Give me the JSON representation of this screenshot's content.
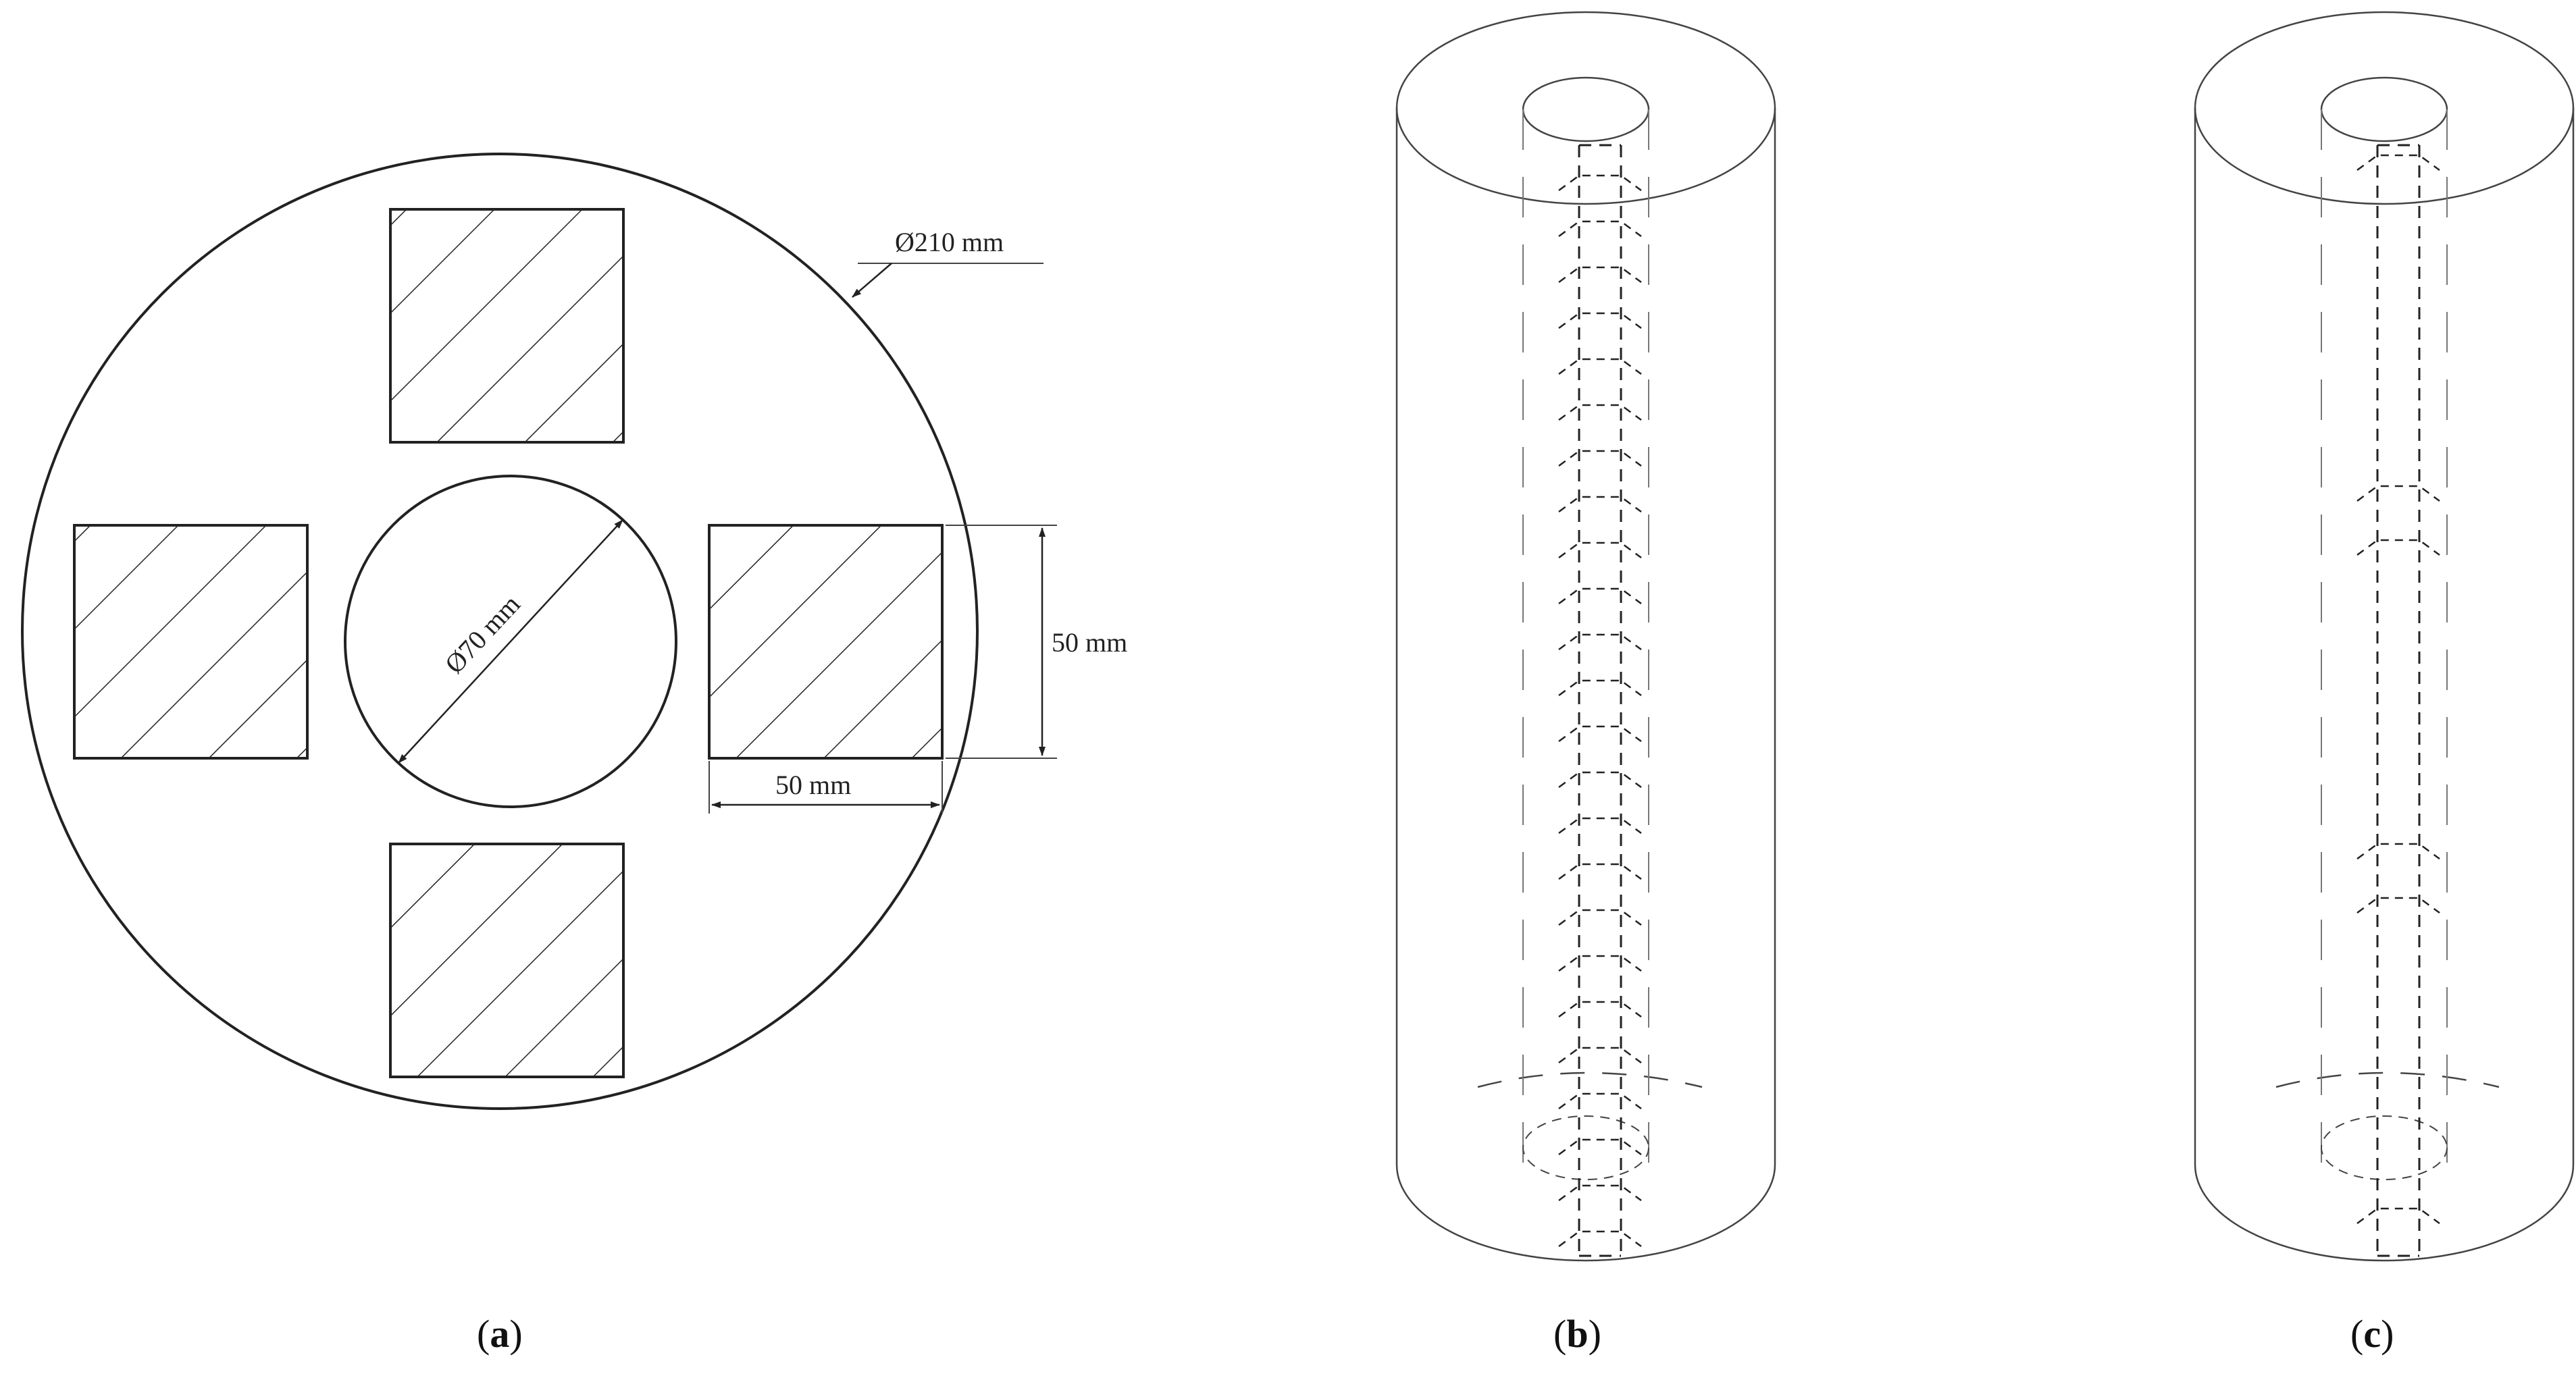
{
  "panels": {
    "a": {
      "caption_open": "(",
      "caption_letter": "a",
      "caption_close": ")",
      "outer_diameter_label": "Ø210 mm",
      "inner_diameter_label": "Ø70 mm",
      "height_label": "50 mm",
      "width_label": "50 mm"
    },
    "b": {
      "caption_open": "(",
      "caption_letter": "b",
      "caption_close": ")"
    },
    "c": {
      "caption_open": "(",
      "caption_letter": "c",
      "caption_close": ")"
    }
  },
  "colors": {
    "line": "#222222",
    "thin_line": "#444444",
    "background": "#ffffff"
  }
}
